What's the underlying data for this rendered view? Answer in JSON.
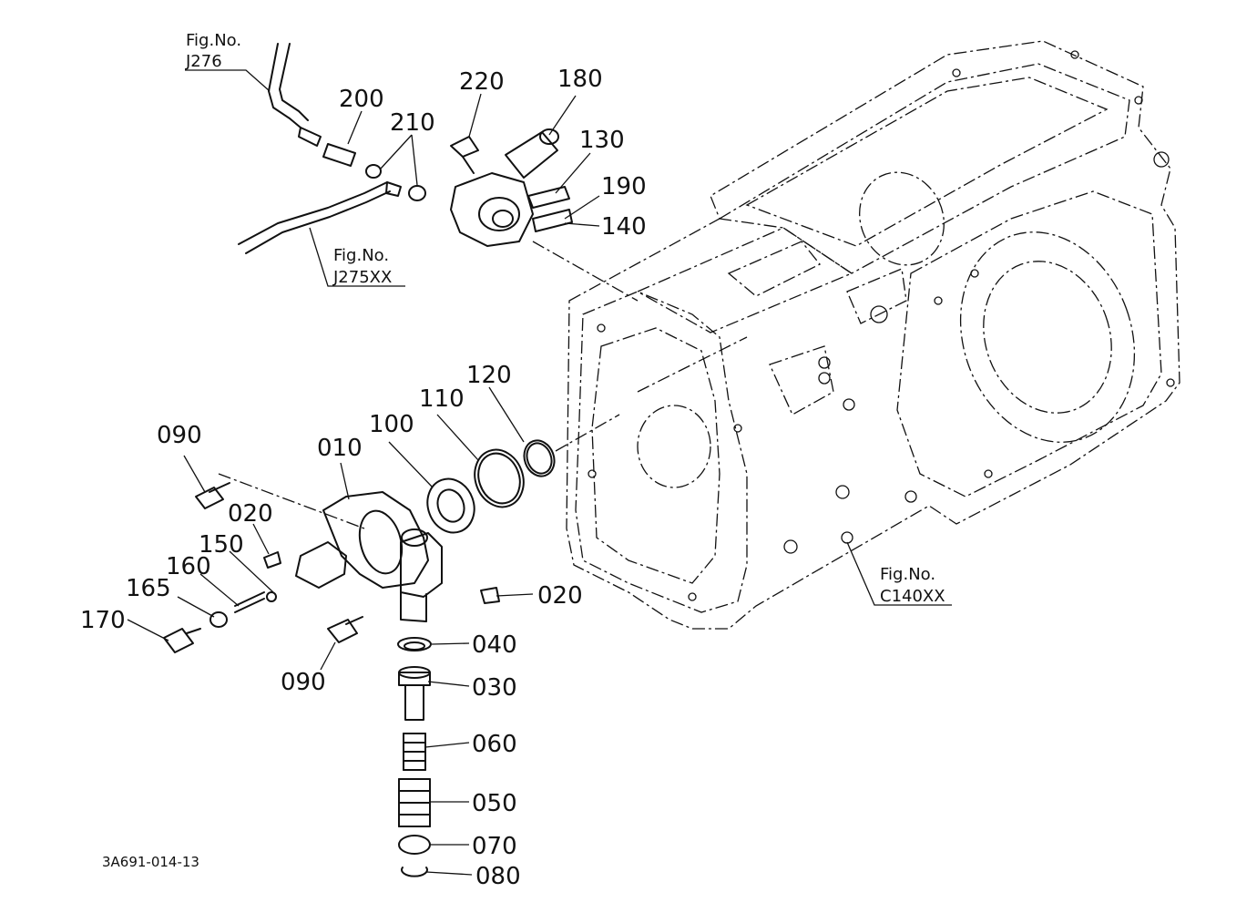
{
  "drawing_code": "3A691-014-13",
  "part_labels": {
    "p010": "010",
    "p020a": "020",
    "p020b": "020",
    "p030": "030",
    "p040": "040",
    "p050": "050",
    "p060": "060",
    "p070": "070",
    "p080": "080",
    "p090a": "090",
    "p090b": "090",
    "p100": "100",
    "p110": "110",
    "p120": "120",
    "p130": "130",
    "p140": "140",
    "p150": "150",
    "p160": "160",
    "p165": "165",
    "p170": "170",
    "p180": "180",
    "p190": "190",
    "p200": "200",
    "p210": "210",
    "p220": "220"
  },
  "figure_refs": {
    "j276": {
      "caption": "Fig.No.",
      "number": "J276"
    },
    "j275xx": {
      "caption": "Fig.No.",
      "number": "J275XX"
    },
    "c140xx": {
      "caption": "Fig.No.",
      "number": "C140XX"
    }
  }
}
